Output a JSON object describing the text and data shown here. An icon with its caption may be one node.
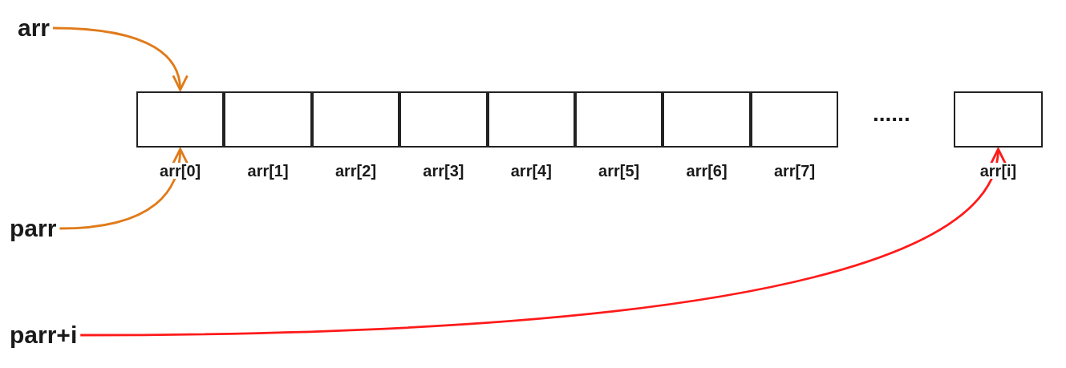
{
  "diagram": {
    "nodes": [
      {
        "text": [
          "arr"
        ]
      },
      {
        "text": [
          "parr"
        ]
      },
      {
        "text": [
          "parr+i"
        ]
      },
      {
        "text": [],
        "shape": "box",
        "beside": [
          "arr[0]"
        ]
      },
      {
        "text": [],
        "shape": "box",
        "beside": [
          "arr[1]"
        ]
      },
      {
        "text": [],
        "shape": "box",
        "beside": [
          "arr[2]"
        ]
      },
      {
        "text": [],
        "shape": "box",
        "beside": [
          "arr[3]"
        ]
      },
      {
        "text": [],
        "shape": "box",
        "beside": [
          "arr[4]"
        ]
      },
      {
        "text": [],
        "shape": "box",
        "beside": [
          "arr[5]"
        ]
      },
      {
        "text": [],
        "shape": "box",
        "beside": [
          "arr[6]"
        ]
      },
      {
        "text": [],
        "shape": "box",
        "beside": [
          "arr[7]"
        ]
      },
      {
        "text": [],
        "shape": "box",
        "beside": [
          "arr[i]"
        ]
      }
    ],
    "edges": [
      {
        "from": 0,
        "to": 3,
        "arrow": "to"
      },
      {
        "from": 1,
        "to": 3,
        "arrow": "to"
      },
      {
        "from": 2,
        "to": 11,
        "arrow": "to",
        "color": "#ff1a1a"
      }
    ],
    "labels": [
      "......"
    ]
  }
}
